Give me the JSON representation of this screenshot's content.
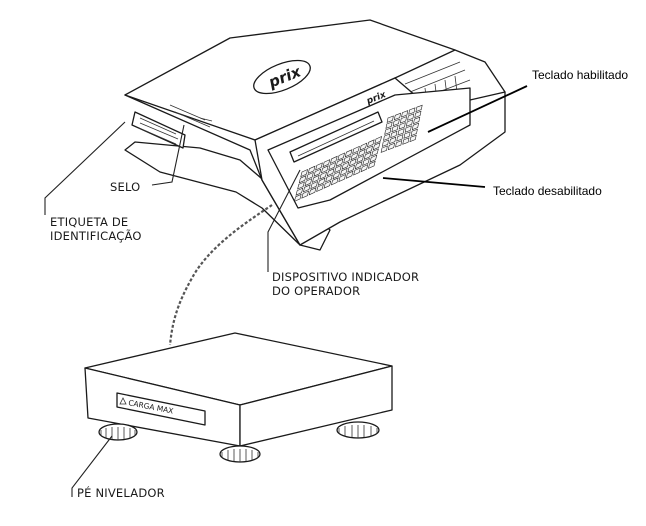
{
  "brand": {
    "logo_text": "prix"
  },
  "labels": {
    "selo": "SELO",
    "etiqueta_line1": "ETIQUETA DE",
    "etiqueta_line2": "IDENTIFICAÇÃO",
    "dispositivo_line1": "DISPOSITIVO INDICADOR",
    "dispositivo_line2": "DO OPERADOR",
    "pe_nivelador": "PÉ NIVELADOR",
    "teclado_habilitado": "Teclado habilitado",
    "teclado_desabilitado": "Teclado desabilitado"
  },
  "platform": {
    "plate_text": "CARGA MAX"
  },
  "colors": {
    "ink": "#1a1a1a",
    "paper": "#ffffff",
    "leader": "#000000"
  }
}
